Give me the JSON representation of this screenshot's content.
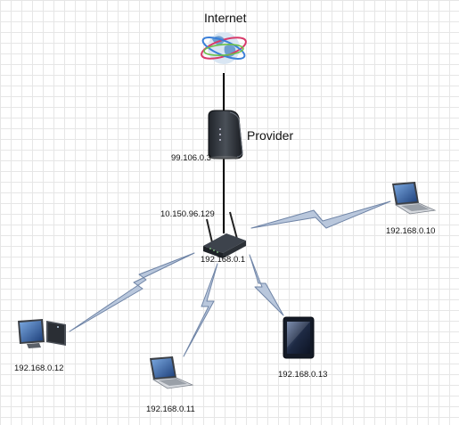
{
  "nodes": {
    "internet": {
      "label": "Internet"
    },
    "provider": {
      "label": "Provider",
      "ip": "99.106.0.3"
    },
    "router": {
      "wan_ip": "10.150.96.129",
      "lan_ip": "192.168.0.1"
    },
    "laptop_right": {
      "ip": "192.168.0.10"
    },
    "desktop": {
      "ip": "192.168.0.12"
    },
    "laptop_bottom": {
      "ip": "192.168.0.11"
    },
    "tablet": {
      "ip": "192.168.0.13"
    }
  },
  "colors": {
    "wireless_fill": "#b9c7dc",
    "wireless_stroke": "#6f84a6",
    "wired_line": "#000000"
  },
  "icons": [
    "globe-icon",
    "modem-icon",
    "router-icon",
    "laptop-icon",
    "desktop-icon",
    "tablet-icon"
  ]
}
